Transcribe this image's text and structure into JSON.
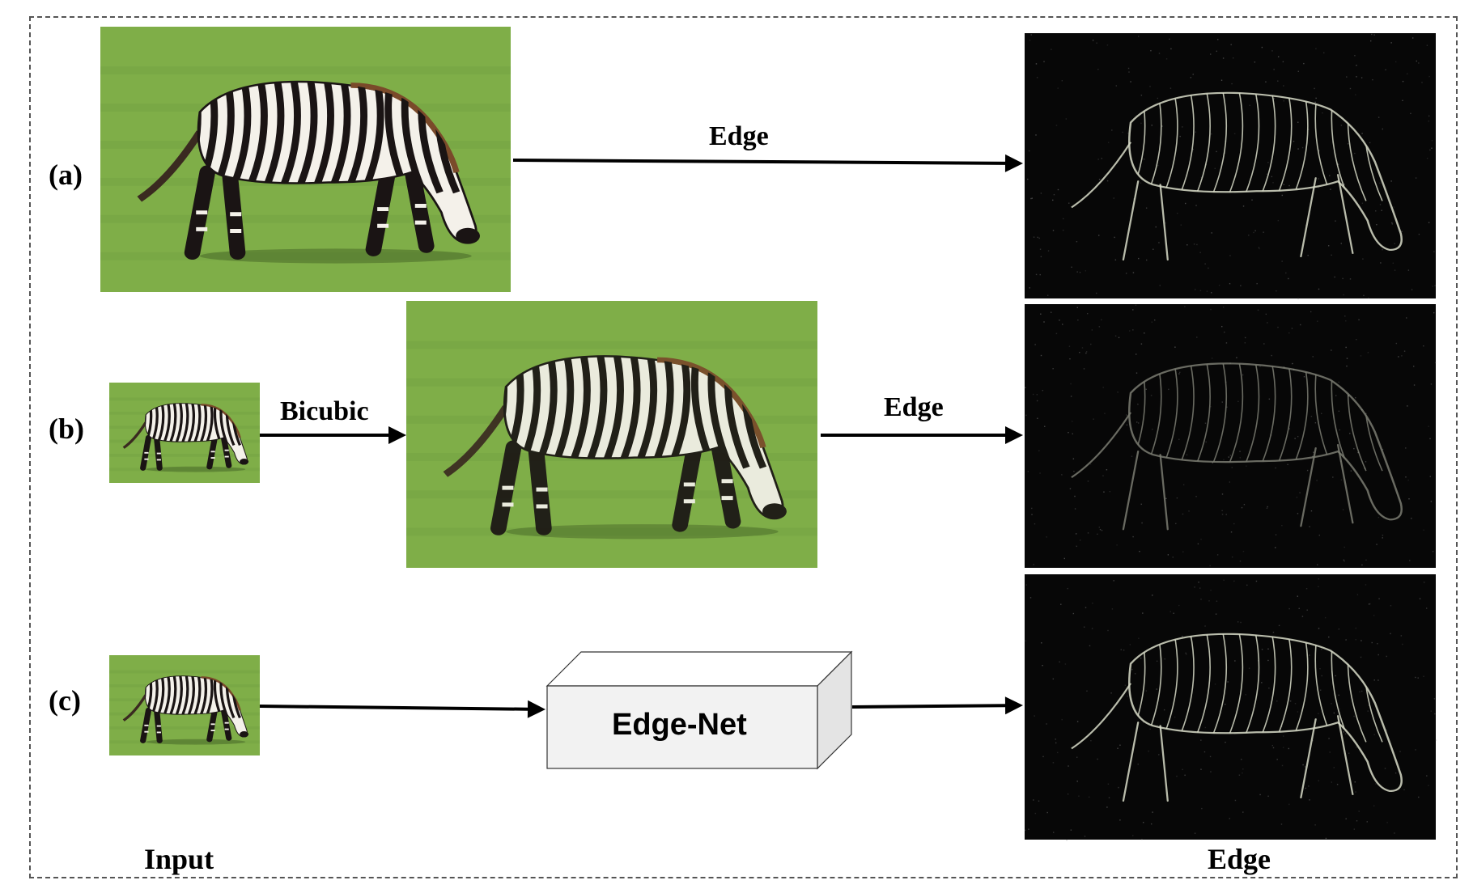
{
  "rows": [
    {
      "id": "a",
      "label": "(a)",
      "arrow_label": "Edge"
    },
    {
      "id": "b",
      "label": "(b)",
      "arrow_label_1": "Bicubic",
      "arrow_label_2": "Edge"
    },
    {
      "id": "c",
      "label": "(c)",
      "box_label": "Edge-Net"
    }
  ],
  "columns": {
    "input": "Input",
    "output": "Edge"
  },
  "colors": {
    "grass": "#7fae48",
    "grass_dark": "#5f8f35",
    "zebra_body": "#f4f1ea",
    "zebra_stripe": "#1a1414",
    "edge_bg": "#070707",
    "edge_line": "#d8dcc8",
    "box_face": "#f2f2f2",
    "box_top": "#ffffff",
    "box_side": "#e4e4e4"
  }
}
